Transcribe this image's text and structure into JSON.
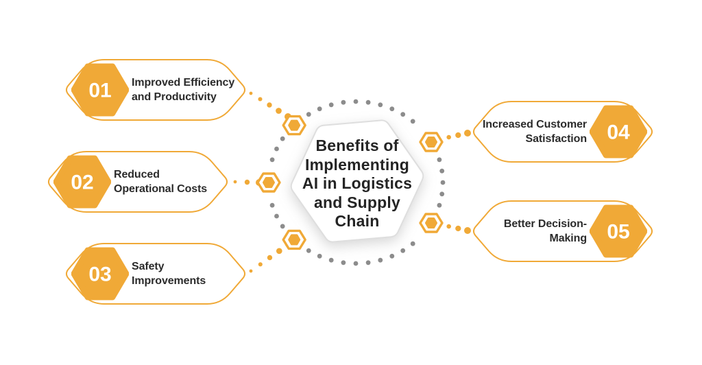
{
  "title": "Benefits of\nImplementing\nAI in Logistics\nand Supply\nChain",
  "items": [
    {
      "number": "01",
      "label": "Improved Efficiency\nand Productivity",
      "side": "left"
    },
    {
      "number": "02",
      "label": "Reduced\nOperational Costs",
      "side": "left"
    },
    {
      "number": "03",
      "label": "Safety\nImprovements",
      "side": "left"
    },
    {
      "number": "04",
      "label": "Increased Customer\nSatisfaction",
      "side": "right"
    },
    {
      "number": "05",
      "label": "Better Decision-\nMaking",
      "side": "right"
    }
  ],
  "icons": {
    "node": "hexagon-node-icon",
    "badge": "hexagon-badge-icon"
  },
  "colors": {
    "accent": "#F0A937",
    "dot_gray": "#8C8C8C",
    "text_dark": "#2B2B2B",
    "hex_border": "#DEDEDE",
    "background": "#FFFFFF"
  }
}
